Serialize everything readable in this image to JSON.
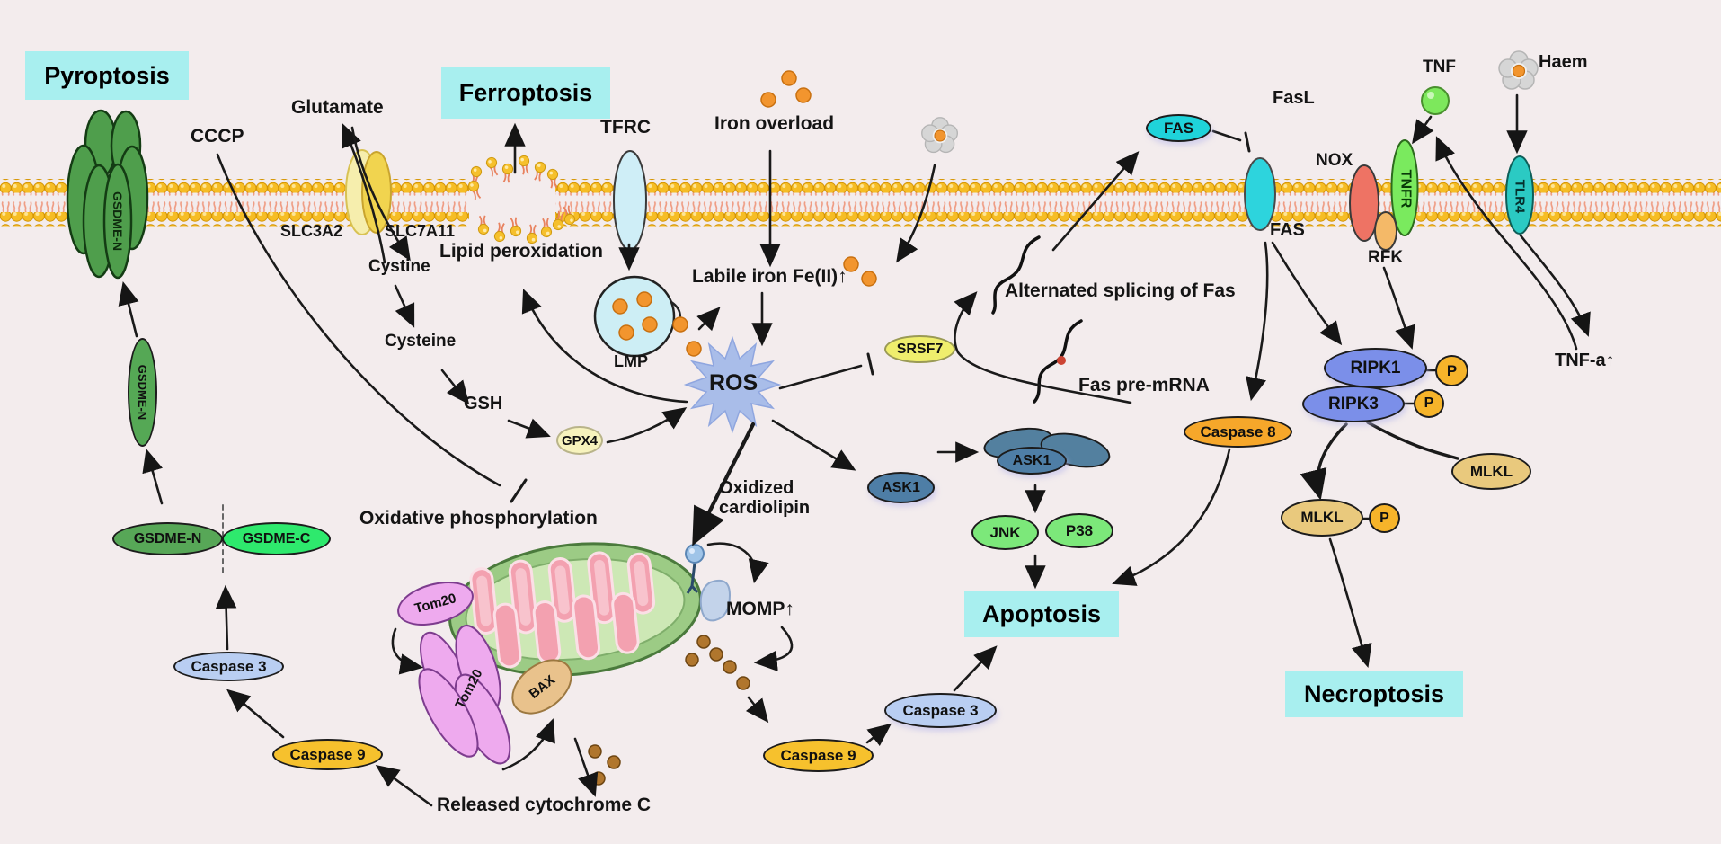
{
  "colors": {
    "background": "#f3eced",
    "pathway_box_cyan": "#a8efef",
    "membrane_head_yellow": "#f6bd25",
    "membrane_tail_pink": "#ef9478",
    "gsdme_pore_green": "#4f9e4c",
    "gsdme_c_green": "#2ee96d",
    "transporter_yellow": "#f1d44f",
    "tfrc_pale_blue": "#cfeef7",
    "fas_cyan": "#2dd4dd",
    "nox_salmon": "#ee7364",
    "tnfr_green": "#7aea5e",
    "rfk_orange": "#f4b968",
    "tlr4_teal": "#2bcac3",
    "ros_periwinkle": "#a9bde9",
    "srsf7_yellow": "#efee6d",
    "gpx4_cream": "#f7f3bd",
    "ask1_steel_blue": "#4e7ea6",
    "jnk_p38_green": "#7ce87a",
    "caspase8_orange": "#f6a72a",
    "caspase9_amber": "#f6c12d",
    "caspase3_blue": "#b9cef2",
    "ripk_periwinkle": "#7b8fe9",
    "phospho_orange": "#f6b42a",
    "mlkl_tan": "#e9c97d",
    "tom20_pink": "#eeaaee",
    "bax_tan": "#e9c28c",
    "iron_dot_orange": "#f2952e",
    "cytochrome_c_brown": "#a96f2a",
    "mito_outer_green": "#9ccb85",
    "mito_matrix_green": "#cde8b5",
    "cristae_pink": "#f3a1b0",
    "haem_grey": "#d6d6d6"
  },
  "t": {
    "pyroptosis": "Pyroptosis",
    "ferroptosis": "Ferroptosis",
    "apoptosis": "Apoptosis",
    "necroptosis": "Necroptosis",
    "cccp": "CCCP",
    "glutamate": "Glutamate",
    "slc3a2": "SLC3A2",
    "slc7a11": "SLC7A11",
    "cystine": "Cystine",
    "cysteine": "Cysteine",
    "gsh": "GSH",
    "gpx4": "GPX4",
    "tfrc": "TFRC",
    "iron_overload": "Iron overload",
    "labile_iron": "Labile iron Fe(II)↑",
    "lmp": "LMP",
    "lipid_peroxidation": "Lipid peroxidation",
    "oxidative_phosphorylation": "Oxidative phosphorylation",
    "oxidized_cardiolipin_1": "Oxidized",
    "oxidized_cardiolipin_2": "cardiolipin",
    "ros": "ROS",
    "momp": "MOMP↑",
    "released_cytochrome_c": "Released cytochrome C",
    "alternated_splicing": "Alternated splicing of Fas",
    "fas_pre_mrna": "Fas pre-mRNA",
    "srsf7": "SRSF7",
    "ask1": "ASK1",
    "jnk": "JNK",
    "p38": "P38",
    "caspase8": "Caspase 8",
    "caspase9": "Caspase 9",
    "caspase3": "Caspase 3",
    "gsdme_n": "GSDME-N",
    "gsdme_c": "GSDME-C",
    "fas": "FAS",
    "fasl": "FasL",
    "nox": "NOX",
    "tnfr": "TNFR",
    "rfk": "RFK",
    "tnf": "TNF",
    "tnf_a": "TNF-a↑",
    "tlr4": "TLR4",
    "haem": "Haem",
    "ripk1": "RIPK1",
    "ripk3": "RIPK3",
    "p": "P",
    "mlkl": "MLKL",
    "tom20": "Tom20",
    "bax": "BAX"
  }
}
